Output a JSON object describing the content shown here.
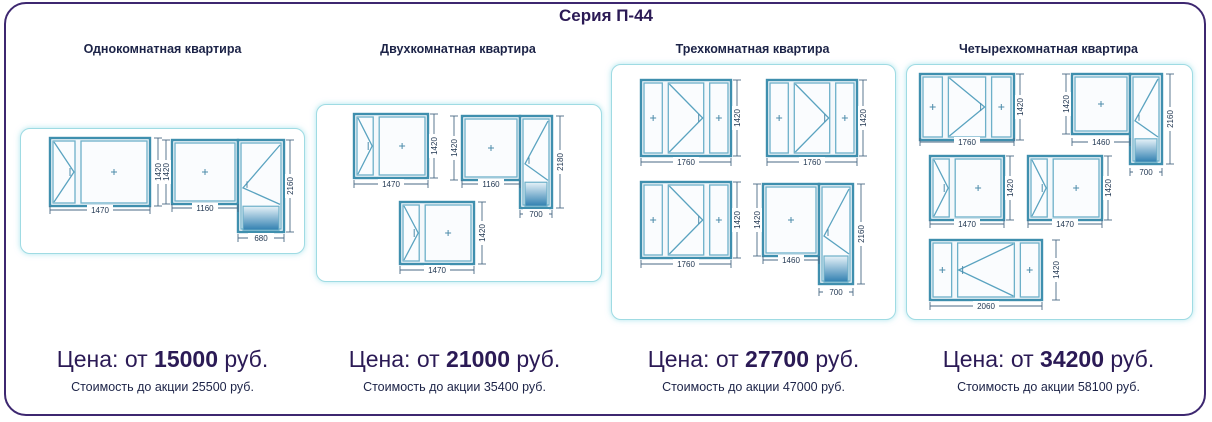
{
  "series_title": "Серия П-44",
  "columns": [
    {
      "title": "Однокомнатная квартира",
      "price_prefix": "Цена: от ",
      "price_value": "15000",
      "price_suffix": " руб.",
      "old_price": "Стоимость до акции 25500 руб."
    },
    {
      "title": "Двухкомнатная квартира",
      "price_prefix": "Цена: от ",
      "price_value": "21000",
      "price_suffix": " руб.",
      "old_price": "Стоимость до акции 35400 руб."
    },
    {
      "title": "Трехкомнатная квартира",
      "price_prefix": "Цена: от ",
      "price_value": "27700",
      "price_suffix": " руб.",
      "old_price": "Стоимость до акции 47000 руб."
    },
    {
      "title": "Четырехкомнатная квартира",
      "price_prefix": "Цена: от ",
      "price_value": "34200",
      "price_suffix": " руб.",
      "old_price": "Стоимость до акции 58100 руб."
    }
  ],
  "dimensions": {
    "w1470": "1470",
    "w1160": "1160",
    "w1760": "1760",
    "w1460": "1460",
    "w2060": "2060",
    "w700": "700",
    "w680": "680",
    "h1420": "1420",
    "h2160": "2160",
    "h2180": "2180"
  },
  "colors": {
    "frame": "#3d2770",
    "window_stroke": "#3f8fae",
    "panel_border": "#9fdbe3",
    "glass": "#2f7fb0"
  }
}
